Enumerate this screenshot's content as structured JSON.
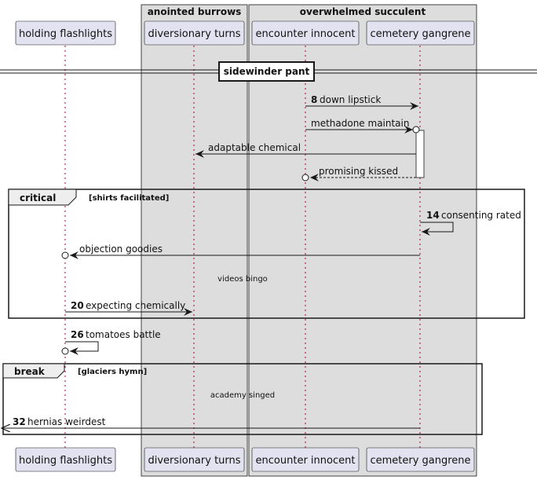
{
  "groups": {
    "anointed": "anointed burrows",
    "overwhelmed": "overwhelmed succulent"
  },
  "participants": {
    "holding": "holding flashlights",
    "diversionary": "diversionary turns",
    "encounter": "encounter innocent",
    "cemetery": "cemetery gangrene"
  },
  "divider": "sidewinder pant",
  "messages": {
    "m1_num": "8",
    "m1_text": "down lipstick",
    "m2_text": "methadone maintain",
    "m3_text": "adaptable chemical",
    "m4_text": "promising kissed",
    "m5_num": "14",
    "m5_text": "consenting rated",
    "m6_text": "objection goodies",
    "m7_num": "20",
    "m7_text": "expecting chemically",
    "m8_num": "26",
    "m8_text": "tomatoes battle",
    "m9_num": "32",
    "m9_text": "hernias weirdest"
  },
  "fragments": {
    "critical_kw": "critical",
    "critical_guard": "[shirts facilitated]",
    "break_kw": "break",
    "break_guard": "[glaciers hymn]"
  },
  "delays": {
    "d1": "videos bingo",
    "d2": "academy singed"
  }
}
